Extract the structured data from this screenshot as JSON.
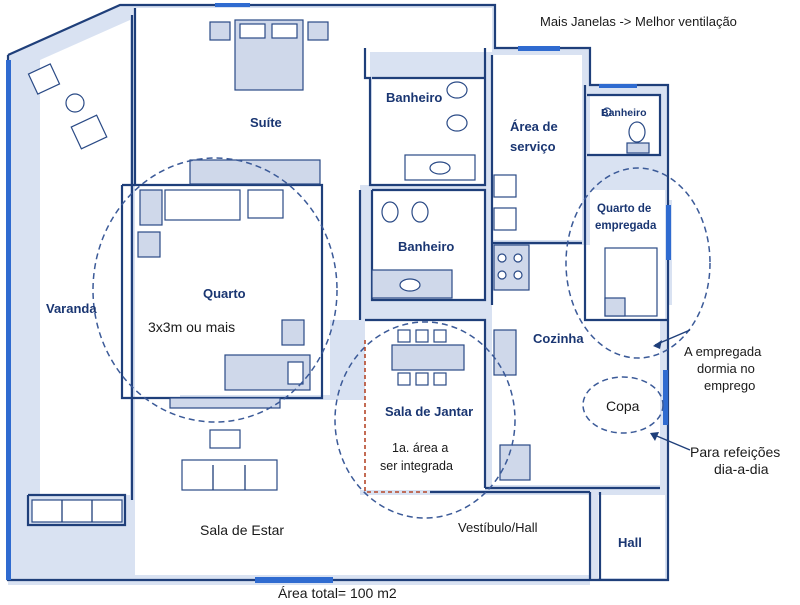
{
  "labels": {
    "title": "Mais Janelas -> Melhor ventilação",
    "suite": "Suíte",
    "banheiro_suite": "Banheiro",
    "area_servico_1": "Área de",
    "area_servico_2": "serviço",
    "banheiro_empregada": "Banheiro",
    "quarto_empregada_1": "Quarto de",
    "quarto_empregada_2": "empregada",
    "banheiro_social": "Banheiro",
    "varanda": "Varanda",
    "quarto": "Quarto",
    "quarto_note": "3x3m ou mais",
    "cozinha": "Cozinha",
    "sala_jantar": "Sala de Jantar",
    "sala_jantar_note_1": "1a. área a",
    "sala_jantar_note_2": "ser integrada",
    "copa": "Copa",
    "empregada_note_1": "A empregada",
    "empregada_note_2": "dormia no",
    "empregada_note_3": "emprego",
    "refeicoes_note_1": "Para refeições",
    "refeicoes_note_2": "dia-a-dia",
    "sala_estar": "Sala de Estar",
    "vestibulo": "Vestíbulo/Hall",
    "hall": "Hall",
    "area_total": "Área total= 100 m2"
  },
  "colors": {
    "wall": "#1f3f7a",
    "floor": "#d9e2f2",
    "window": "#2f6bd0",
    "label": "#1a3672",
    "dashed_circle": "#3b5a98",
    "integration_marker": "#b5472a"
  }
}
